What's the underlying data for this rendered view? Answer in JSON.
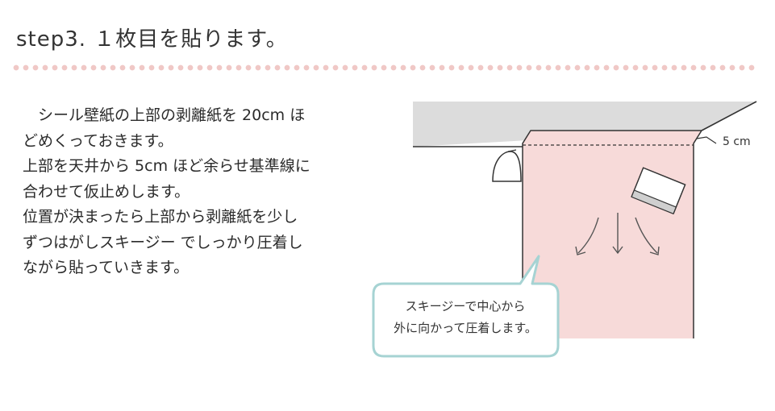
{
  "title": "step3. １枚目を貼ります。",
  "body_lines": [
    "　シール壁紙の上部の剥離紙を 20cm ほ",
    "どめくっておきます。",
    "上部を天井から 5cm ほど余らせ基準線に",
    "合わせて仮止めします。",
    "位置が決まったら上部から剥離紙を少し",
    "ずつはがしスキージー でしっかり圧着し",
    "ながら貼っていきます。"
  ],
  "illustration": {
    "margin_label": "5 cm",
    "bubble_lines": [
      "スキージーで中心から",
      "外に向かって圧着します。"
    ]
  },
  "colors": {
    "dot_divider": "#f0c8c6",
    "wallpaper": "#f7dad9",
    "ceiling": "#dcdcdc",
    "bubble_border": "#a6d3d3"
  }
}
